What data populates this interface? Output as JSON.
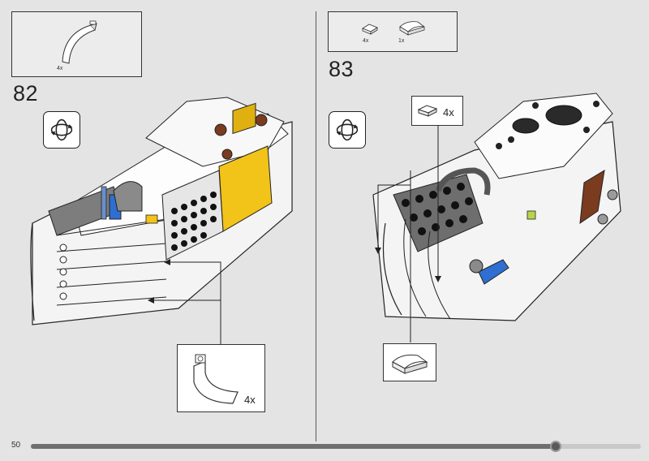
{
  "page": {
    "number": "50",
    "progress": 0.86
  },
  "step82": {
    "number": "82",
    "parts": [
      {
        "qty": "4x",
        "icon": "curved-arch-brick"
      }
    ],
    "callout": {
      "qty": "4x",
      "icon": "curved-slope-piece"
    }
  },
  "step83": {
    "number": "83",
    "parts": [
      {
        "qty": "4x",
        "icon": "tile-1x1"
      },
      {
        "qty": "1x",
        "icon": "curved-slope-2x2"
      }
    ],
    "callout_top": {
      "qty": "4x",
      "icon": "tile-1x1"
    },
    "callout_bottom": {
      "icon": "curved-slope-2x2"
    }
  },
  "icons": {
    "rotate": "rotate-model-icon"
  },
  "colors": {
    "background": "#e4e4e4",
    "accent_yellow": "#f2c318",
    "accent_blue": "#2e6fd1",
    "accent_brown": "#7a3b1e"
  }
}
